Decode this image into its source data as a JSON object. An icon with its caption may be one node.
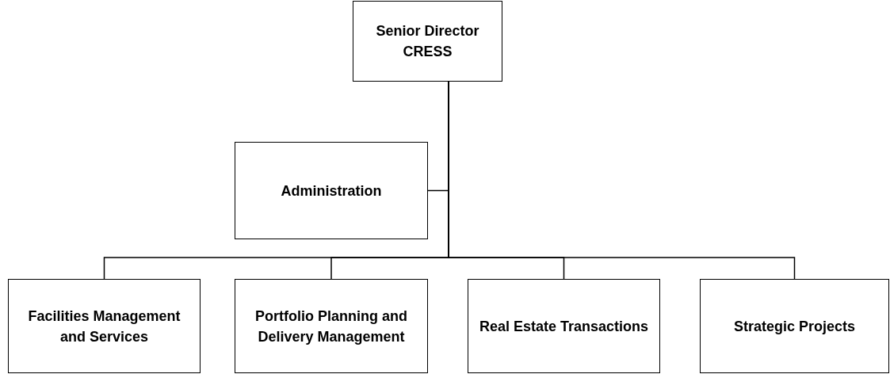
{
  "diagram": {
    "nodes": [
      {
        "text": [
          "Senior Director CRESS"
        ]
      },
      {
        "text": [
          "Administration"
        ]
      },
      {
        "text": [
          "Facilities Management and Services"
        ]
      },
      {
        "text": [
          "Portfolio Planning and Delivery Management"
        ]
      },
      {
        "text": [
          "Real Estate Transactions"
        ]
      },
      {
        "text": [
          "Strategic Projects"
        ]
      }
    ],
    "edges": [
      {
        "from": 0,
        "to": 1,
        "arrow": "none"
      },
      {
        "from": 0,
        "to": 2,
        "arrow": "none"
      },
      {
        "from": 0,
        "to": 3,
        "arrow": "none"
      },
      {
        "from": 0,
        "to": 4,
        "arrow": "none"
      },
      {
        "from": 0,
        "to": 5,
        "arrow": "none"
      }
    ]
  }
}
